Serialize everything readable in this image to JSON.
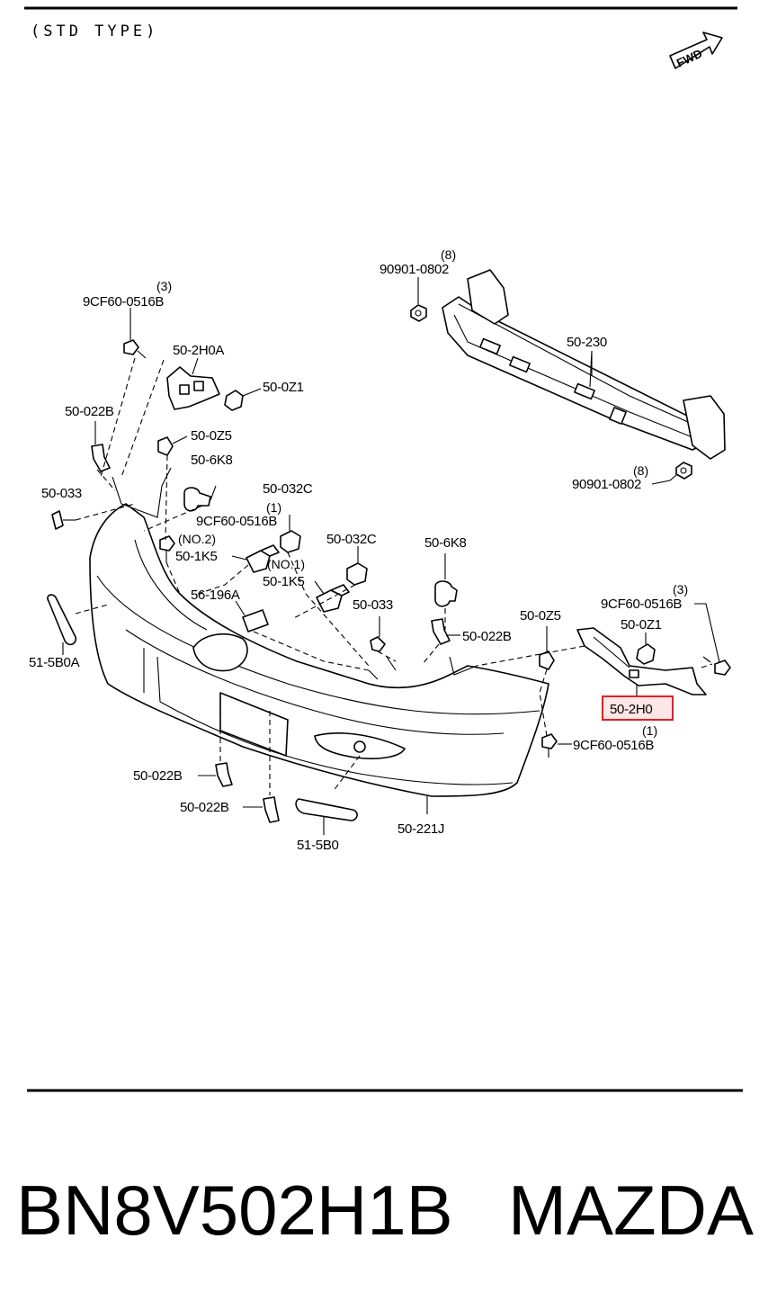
{
  "header": {
    "type_label": "(STD TYPE)",
    "fwd_label": "FWD"
  },
  "labels": {
    "bolt_9cf60_top_qty": "(3)",
    "bolt_9cf60_top": "9CF60-0516B",
    "bracket_50_2h0a": "50-2H0A",
    "nut_50_0z1_left": "50-0Z1",
    "clip_50_022b_left": "50-022B",
    "clip_50_0z5_left": "50-0Z5",
    "clip_50_6k8_left": "50-6K8",
    "screw_50_033_left": "50-033",
    "bolt_9cf60_mid": "9CF60-0516B",
    "no2_label": "(NO.2)",
    "clip_50_1k5_upper": "50-1K5",
    "nut_50_032c_left_qty": "(1)",
    "nut_50_032c_left": "50-032C",
    "no1_label": "(NO.1)",
    "clip_50_1k5_lower": "50-1K5",
    "nut_50_032c_right": "50-032C",
    "grommet_56_196a": "56-196A",
    "screw_50_033_right": "50-033",
    "clip_50_6k8_right": "50-6K8",
    "clip_50_022b_mid": "50-022B",
    "clip_50_0z5_right": "50-0Z5",
    "bolt_9cf60_right_qty": "(3)",
    "bolt_9cf60_right": "9CF60-0516B",
    "nut_50_0z1_right": "50-0Z1",
    "bracket_50_2h0": "50-2H0",
    "bracket_50_2h0_qty": "(1)",
    "bolt_9cf60_lower_right": "9CF60-0516B",
    "reflector_51_5b0a": "51-5B0A",
    "clip_50_022b_low1": "50-022B",
    "clip_50_022b_low2": "50-022B",
    "reflector_51_5b0": "51-5B0",
    "bumper_50_221j": "50-221J",
    "nut_90901_top_qty": "(8)",
    "nut_90901_top": "90901-0802",
    "reinforcement_50_230": "50-230",
    "nut_90901_bottom_qty": "(8)",
    "nut_90901_bottom": "90901-0802"
  },
  "highlight": {
    "color": "#e0202a",
    "fill": "#fde6e6"
  },
  "footer": {
    "part_number": "BN8V502H1B",
    "brand": "MAZDA"
  }
}
